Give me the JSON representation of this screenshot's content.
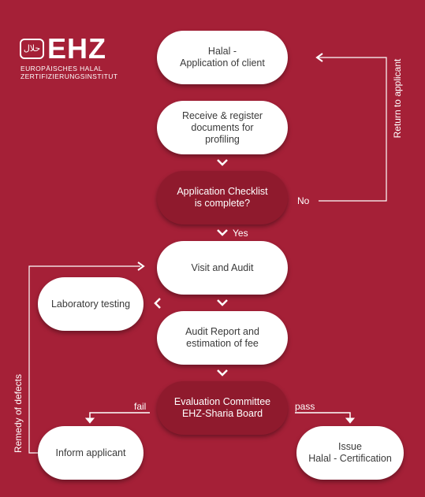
{
  "logo": {
    "arabic": "حلال",
    "brand": "EHZ",
    "line1": "EUROPÄISCHES HALAL",
    "line2": "ZERTIFIZIERUNGSINSTITUT"
  },
  "nodes": {
    "application": "Halal -\nApplication of client",
    "register": "Receive & register\ndocuments for\nprofiling",
    "checklist": "Application Checklist\nis complete?",
    "visit": "Visit and Audit",
    "lab": "Laboratory testing",
    "report": "Audit Report and\nestimation of fee",
    "committee": "Evaluation Committee\nEHZ-Sharia Board",
    "inform": "Inform applicant",
    "issue": "Issue\nHalal - Certification"
  },
  "labels": {
    "no": "No",
    "yes": "Yes",
    "fail": "fail",
    "pass": "pass",
    "return": "Return to applicant",
    "remedy": "Remedy of defects"
  },
  "colors": {
    "background": "#a52037",
    "decision": "#8f1a2d",
    "box": "#ffffff",
    "text": "#3a3a3a"
  }
}
